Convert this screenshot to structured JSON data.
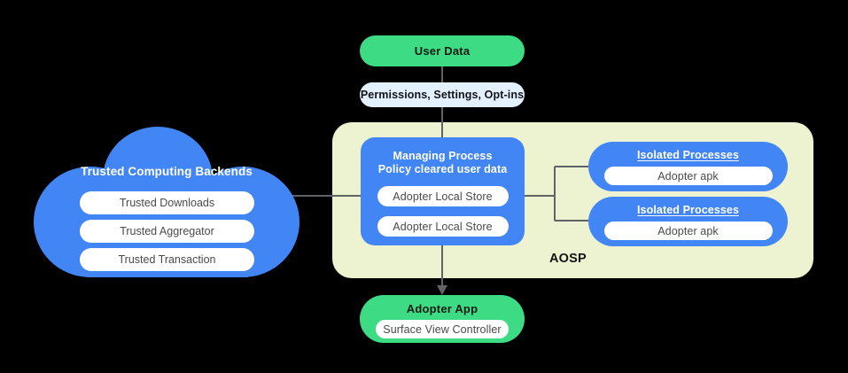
{
  "diagram": {
    "title": "AOSP Trusted Computing / Adopter Architecture",
    "colors": {
      "blue": "#4285F4",
      "green": "#3DDC84",
      "aosp_background": "#EDF2D0",
      "permissions_background": "#E3F0FD",
      "pill_white": "#FFFFFF",
      "connector": "#5F6368",
      "canvas": "#000000"
    }
  },
  "top": {
    "user_data": {
      "label": "User Data"
    },
    "permissions": {
      "label": "Permissions,  Settings, Opt-ins"
    }
  },
  "cloud": {
    "title": "Trusted Computing Backends",
    "rows": [
      {
        "label": "Trusted Downloads"
      },
      {
        "label": "Trusted Aggregator"
      },
      {
        "label": "Trusted Transaction"
      }
    ]
  },
  "aosp": {
    "label": "AOSP",
    "managing_process": {
      "title_line1": "Managing Process",
      "title_line2": "Policy cleared user data",
      "stores": [
        {
          "label": "Adopter Local Store"
        },
        {
          "label": "Adopter Local Store"
        }
      ]
    },
    "isolated_processes": [
      {
        "title": "Isolated Processes",
        "apk": "Adopter apk"
      },
      {
        "title": "Isolated Processes",
        "apk": "Adopter apk"
      }
    ]
  },
  "bottom": {
    "adopter_app": {
      "title": "Adopter App",
      "controller": "Surface View Controller"
    }
  }
}
